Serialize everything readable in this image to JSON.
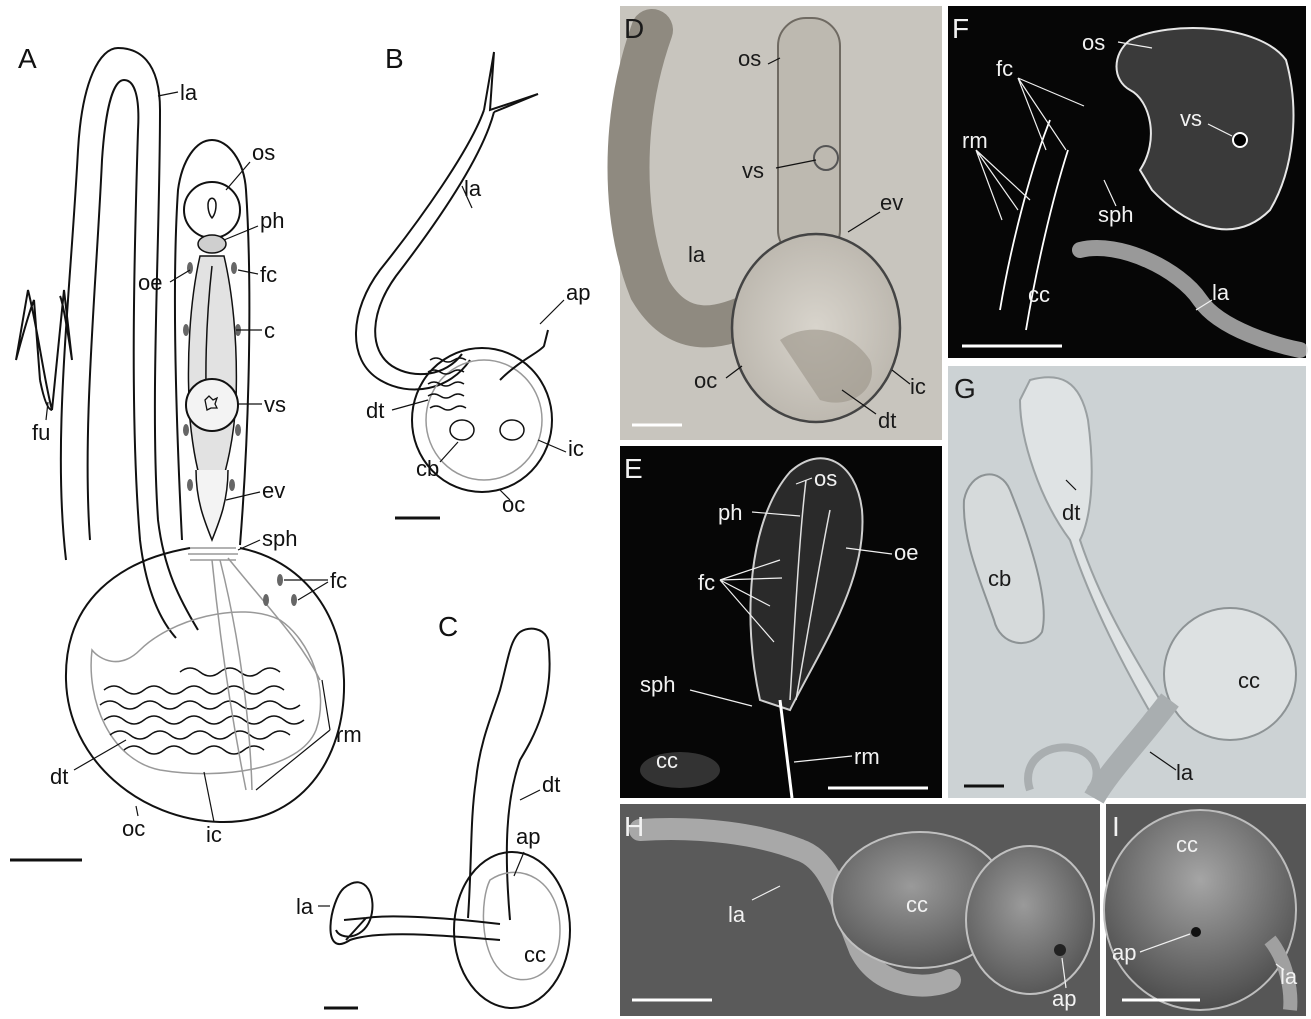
{
  "panels": {
    "A": {
      "letter": "A",
      "labels": {
        "la": "la",
        "os": "os",
        "ph": "ph",
        "oe": "oe",
        "fc": "fc",
        "c": "c",
        "vs": "vs",
        "fu": "fu",
        "ev": "ev",
        "sph": "sph",
        "fc2": "fc",
        "rm": "rm",
        "dt": "dt",
        "oc": "oc",
        "ic": "ic"
      }
    },
    "B": {
      "letter": "B",
      "labels": {
        "la": "la",
        "ap": "ap",
        "dt": "dt",
        "ic": "ic",
        "cb": "cb",
        "oc": "oc"
      }
    },
    "C": {
      "letter": "C",
      "labels": {
        "dt": "dt",
        "ap": "ap",
        "la": "la",
        "cc": "cc"
      }
    },
    "D": {
      "letter": "D",
      "labels": {
        "os": "os",
        "vs": "vs",
        "ev": "ev",
        "la": "la",
        "oc": "oc",
        "ic": "ic",
        "dt": "dt"
      }
    },
    "E": {
      "letter": "E",
      "labels": {
        "os": "os",
        "ph": "ph",
        "oe": "oe",
        "fc": "fc",
        "sph": "sph",
        "cc": "cc",
        "rm": "rm"
      }
    },
    "F": {
      "letter": "F",
      "labels": {
        "os": "os",
        "fc": "fc",
        "rm": "rm",
        "vs": "vs",
        "sph": "sph",
        "cc": "cc",
        "la": "la"
      }
    },
    "G": {
      "letter": "G",
      "labels": {
        "dt": "dt",
        "cb": "cb",
        "cc": "cc",
        "la": "la"
      }
    },
    "H": {
      "letter": "H",
      "labels": {
        "cc": "cc",
        "la": "la",
        "ap": "ap"
      }
    },
    "I": {
      "letter": "I",
      "labels": {
        "cc": "cc",
        "ap": "ap",
        "la": "la"
      }
    }
  },
  "colors": {
    "line": "#111111",
    "lightmicro_bg": "#c9c6bf",
    "fluor_bg": "#0a0a0a",
    "dic_bg": "#cfd4d6",
    "sem_bg": "#6a6a6a"
  }
}
